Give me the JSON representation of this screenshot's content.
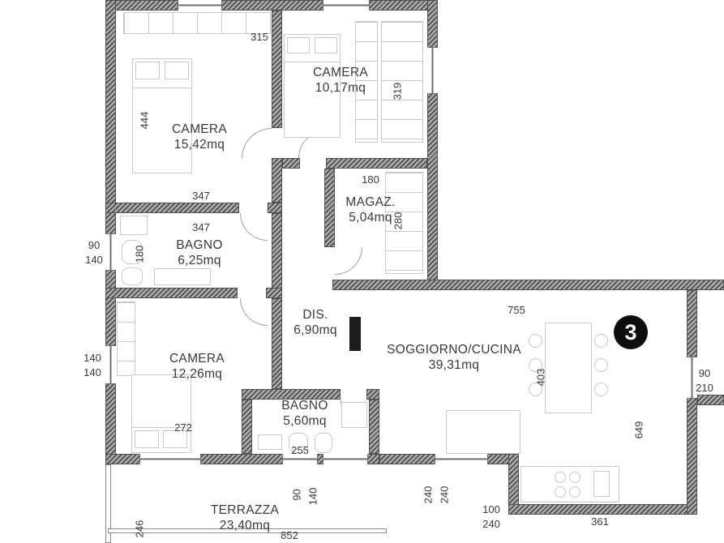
{
  "plan": {
    "unit_badge": "3",
    "rooms": [
      {
        "name": "CAMERA",
        "area": "15,42mq"
      },
      {
        "name": "CAMERA",
        "area": "10,17mq"
      },
      {
        "name": "MAGAZ.",
        "area": "5,04mq"
      },
      {
        "name": "BAGNO",
        "area": "6,25mq"
      },
      {
        "name": "DIS.",
        "area": "6,90mq"
      },
      {
        "name": "CAMERA",
        "area": "12,26mq"
      },
      {
        "name": "BAGNO",
        "area": "5,60mq"
      },
      {
        "name": "SOGGIORNO/CUCINA",
        "area": "39,31mq"
      },
      {
        "name": "TERRAZZA",
        "area": "23,40mq"
      }
    ],
    "dims": [
      "315",
      "319",
      "444",
      "347",
      "347",
      "180",
      "280",
      "90",
      "140",
      "180",
      "140",
      "140",
      "272",
      "255",
      "755",
      "403",
      "90",
      "210",
      "649",
      "90",
      "140",
      "240",
      "240",
      "100",
      "240",
      "361",
      "852",
      "246"
    ]
  }
}
